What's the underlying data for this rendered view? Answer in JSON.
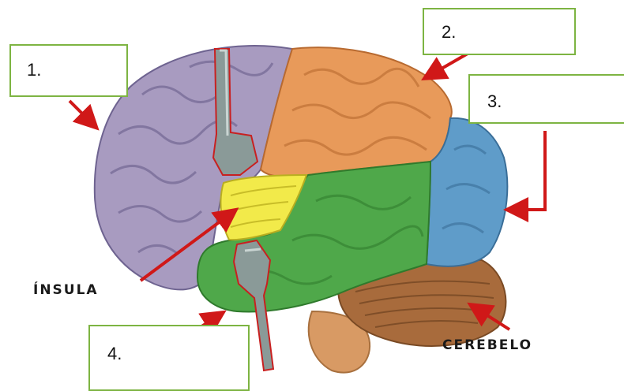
{
  "labels": {
    "box1": "1.",
    "box2": "2.",
    "box3": "3.",
    "box4": "4.",
    "insula": "ÍNSULA",
    "cerebelo": "CEREBELO"
  },
  "colors": {
    "frontal_lobe": "#a89bc0",
    "parietal_lobe": "#e89a5a",
    "occipital_lobe": "#5f9cc9",
    "temporal_lobe": "#4fa84a",
    "insula": "#f2ea4a",
    "cerebellum": "#a86b3c",
    "brainstem": "#d89a64",
    "arrows": "#d01818",
    "box_border": "#7db442"
  }
}
